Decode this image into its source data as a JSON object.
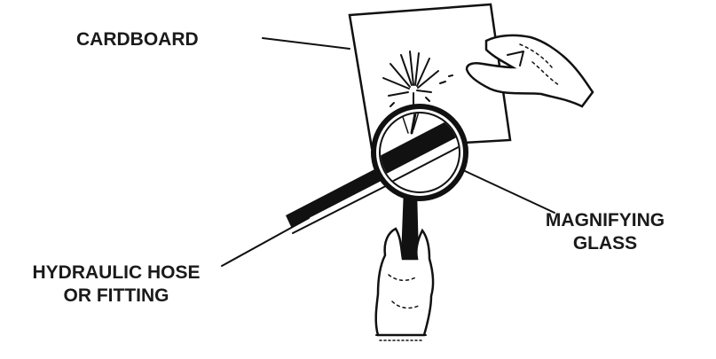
{
  "labels": {
    "cardboard": "CARDBOARD",
    "magnifying_glass": [
      "MAGNIFYING",
      "GLASS"
    ],
    "hydraulic_hose": [
      "HYDRAULIC HOSE",
      "OR FITTING"
    ]
  },
  "colors": {
    "ink": "#111111",
    "background": "#ffffff"
  }
}
